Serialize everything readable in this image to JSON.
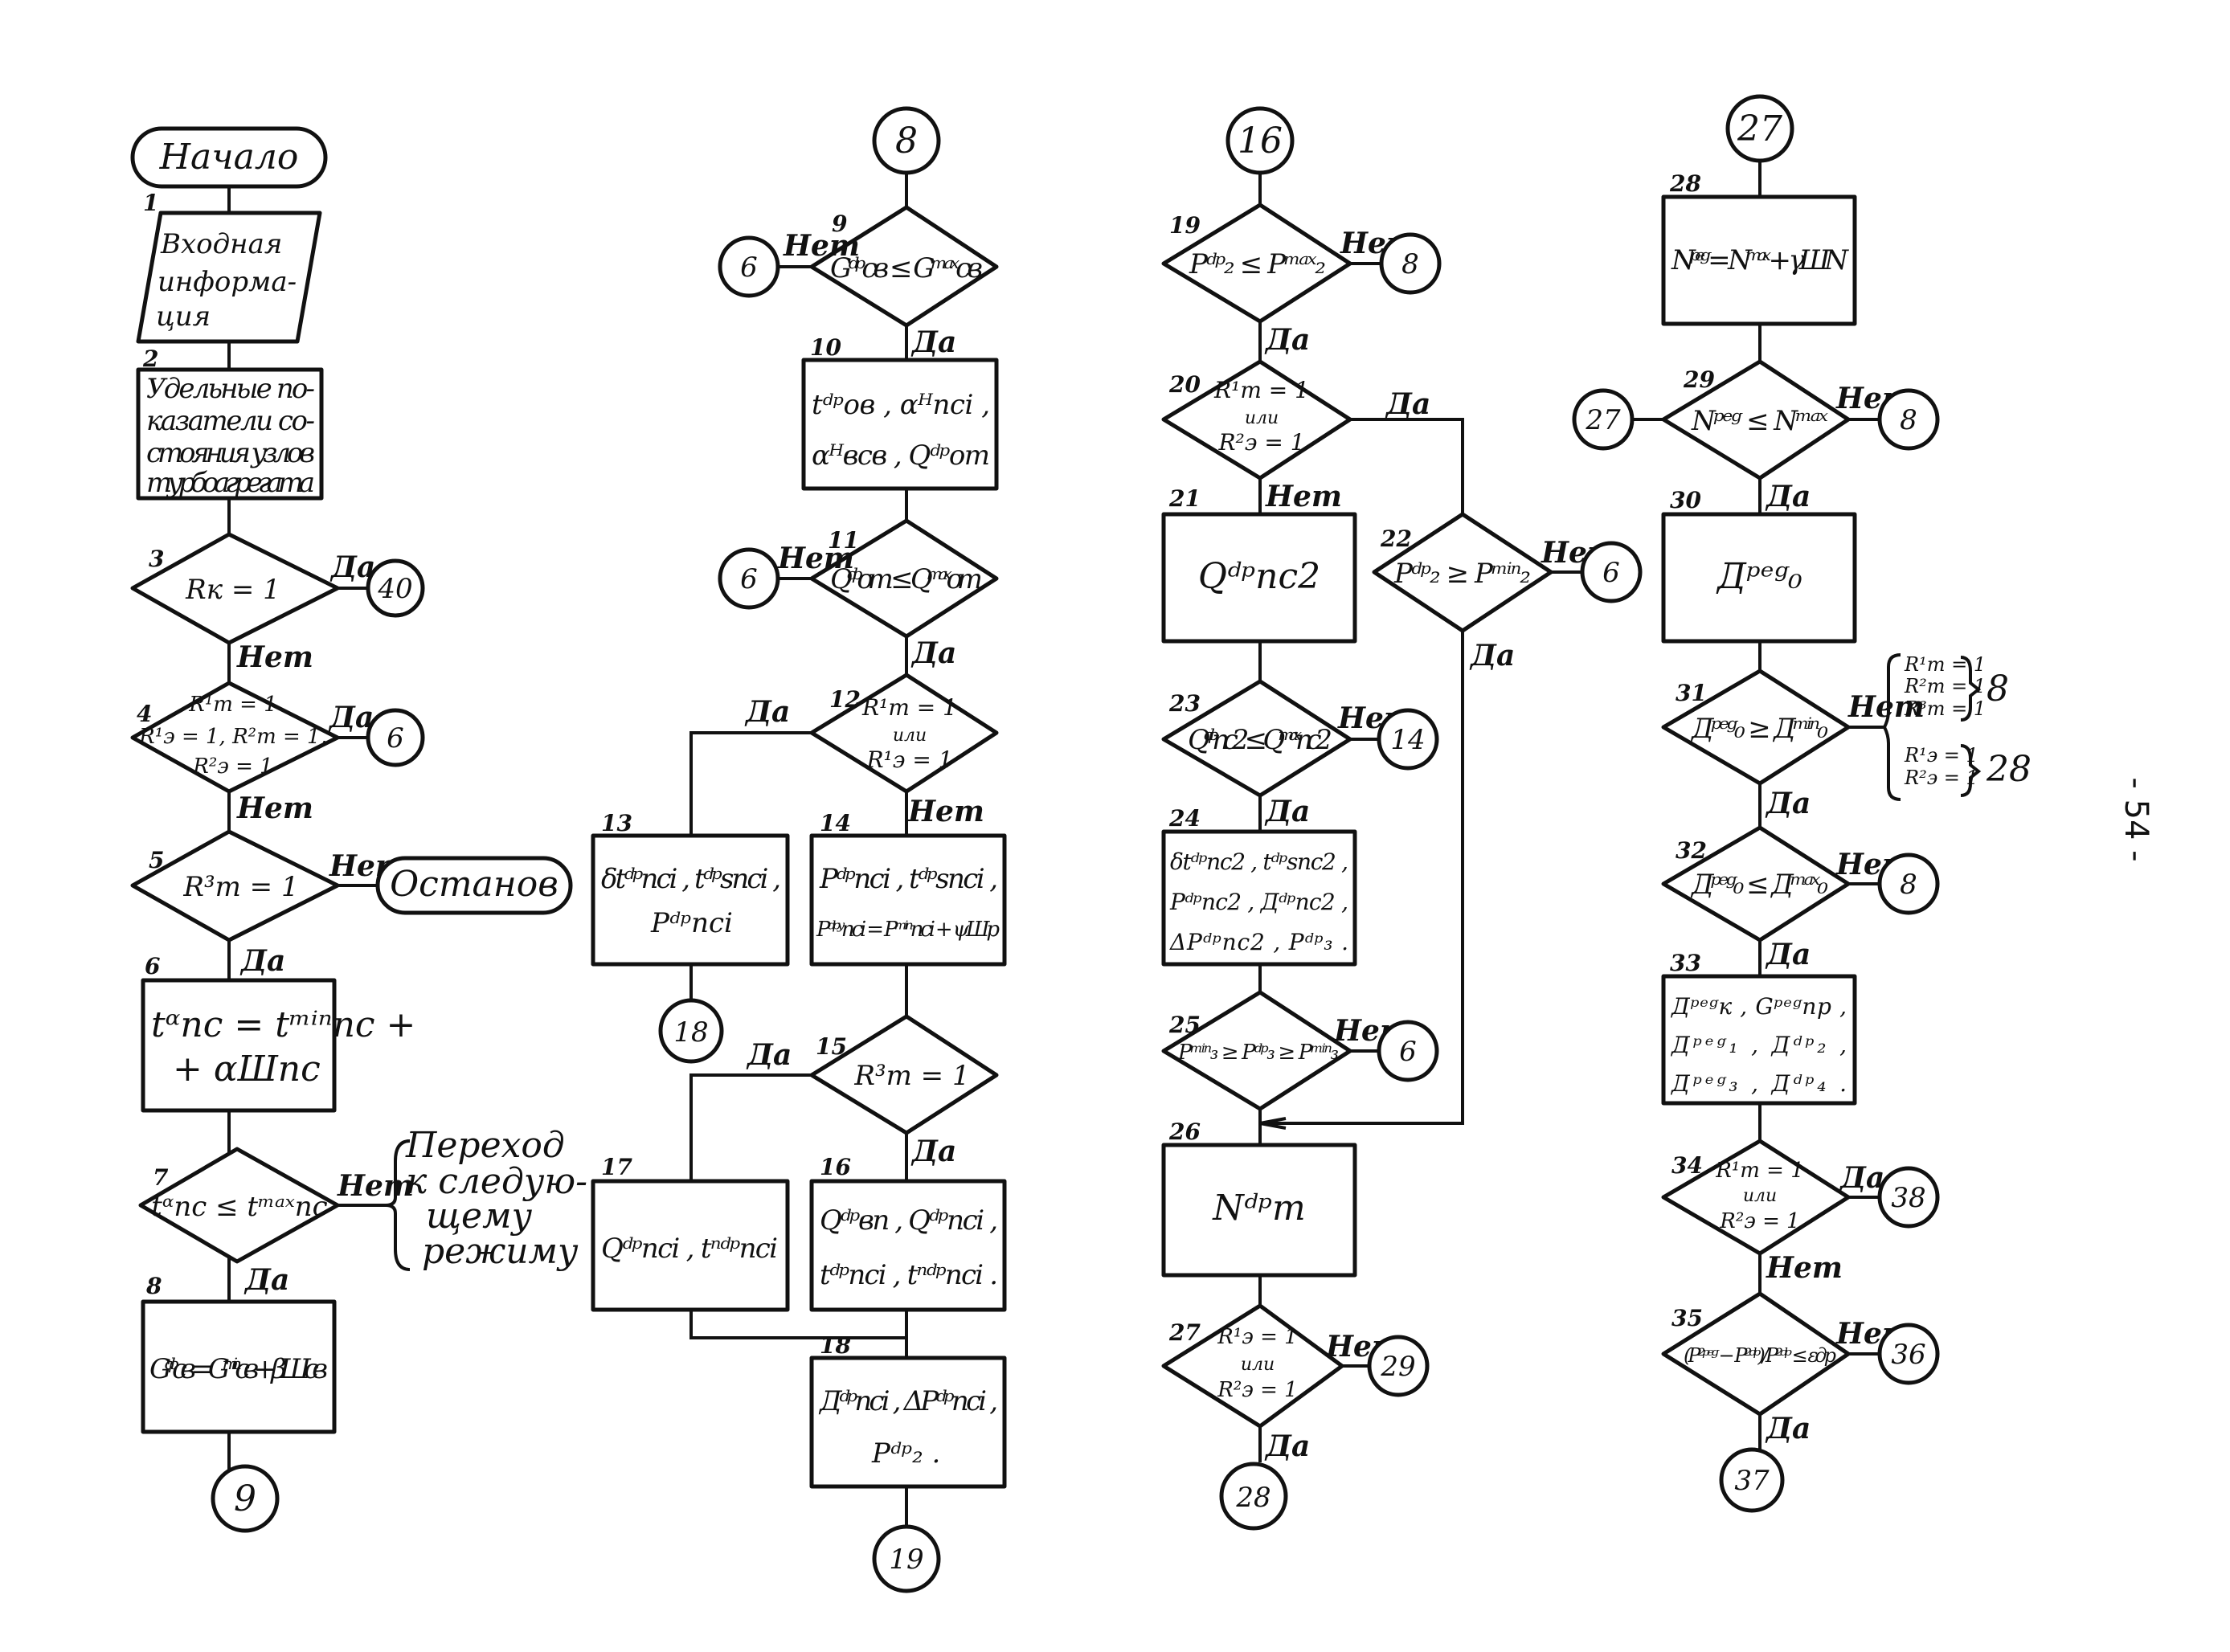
{
  "page_number": "- 54 -",
  "answers": {
    "yes": "Да",
    "no": "Нет"
  },
  "col1": {
    "start": "Начало",
    "b1": [
      "Входная",
      "информа-",
      "ция"
    ],
    "b2": [
      "Удельные по-",
      "казатели со-",
      "стояния узлов",
      "турбоагрегата"
    ],
    "b3": "Rк = 1",
    "b4": [
      "R¹т = 1",
      "R¹э = 1, R²т = 1,",
      "R²э = 1"
    ],
    "b5": "R³т = 1",
    "stop": "Останов",
    "b6": [
      "tᵅпс = tᵐⁱⁿпс +",
      "+ αШпс"
    ],
    "b7": "tᵅпс ≤ tᵐᵃˣпс",
    "b7note": [
      "Переход",
      "к следую-",
      "щему",
      "режиму"
    ],
    "b8": "Gᵈᵖсв = Gᵐⁱⁿсв + βШсв"
  },
  "col2": {
    "b9": "Gᵈᵖсв ≤ Gᵐᵃˣсв",
    "b10": [
      "tᵈᵖов , αᴴпсi ,",
      "αᴴвсв , Qᵈᵖот"
    ],
    "b11": "Qᵈᵖот ≤ Qᵐᵃˣот",
    "b12": [
      "R¹т = 1",
      "или",
      "R¹э = 1"
    ],
    "b13": [
      "δtᵈᵖпсi , tᵈᵖsпсi ,",
      "Pᵈᵖпсi"
    ],
    "b14": [
      "Pᵈᵖпсi , tᵈᵖsпсi ,",
      "Pᵈᵖʸпсi = Pᵐⁱⁿпсi + ψШp"
    ],
    "b15": "R³т = 1",
    "b16": [
      "Qᵈᵖвп , Qᵈᵖпсi ,",
      "tᵈᵖпсi , tⁿᵈᵖпсi ."
    ],
    "b17": "Qᵈᵖпсi , tⁿᵈᵖпсi",
    "b18": [
      "Дᵈᵖпсi , ΔPᵈᵖпсi ,",
      "Pᵈᵖ₂ ."
    ]
  },
  "col3": {
    "b19": "Pᵈᵖ₂ ≤ Pᵐᵃˣ₂",
    "b20": [
      "R¹т = 1",
      "или",
      "R²э = 1"
    ],
    "b21": "Qᵈᵖпс2",
    "b22": "Pᵈᵖ₂ ≥ Pᵐⁱⁿ₂",
    "b23": "Qᵈᵖпс2 ≤ Qᵐᵃˣпс2",
    "b24": [
      "δtᵈᵖпс2 , tᵈᵖsпс2 ,",
      "Pᵈᵖпс2 , Дᵈᵖпс2 ,",
      "ΔPᵈᵖпс2 , Pᵈᵖ₃ ."
    ],
    "b25": "Pᵐⁱⁿ₃ ≥ Pᵈᵖ₃ ≥ Pᵐⁱⁿ₃",
    "b26": "Nᵈᵖт",
    "b27": [
      "R¹э = 1",
      "или",
      "R²э = 1"
    ]
  },
  "col4": {
    "b28": "Nᵖᵉᵍ = Nᵐᵃˣ + γШN",
    "b29": "Nᵖᵉᵍ ≤ Nᵐᵃˣ",
    "b30": "Дᵖᵉᵍ₀",
    "b31": "Дᵖᵉᵍ₀ ≥ Дᵐⁱⁿ₀",
    "b31note1": [
      "R¹т = 1",
      "R²т = 1",
      "R³т = 1"
    ],
    "b31note1_target": "8",
    "b31note2": [
      "R¹э = 1",
      "R²э = 1"
    ],
    "b31note2_target": "28",
    "b32": "Дᵖᵉᵍ₀ ≤ Дᵐᵃˣ₀",
    "b33": [
      "Дᵖᵉᵍк , Gᵖᵉᵍпр ,",
      "Дᵖᵉᵍ₁ , Дᵈᵖ₂ ,",
      "Дᵖᵉᵍ₃ , Дᵈᵖ₄ ."
    ],
    "b34": [
      "R¹т = 1",
      "или",
      "R²э = 1"
    ],
    "b35": "(P²ᵖᵉᵍ − P²ᵈᵖ)/P²ᵈᵖ ≤ εдр"
  },
  "connectors": {
    "c8a": "8",
    "c9": "9",
    "c40": "40",
    "c6a": "6",
    "c6b": "6",
    "c6c": "6",
    "c18": "18",
    "c19": "19",
    "c16": "16",
    "c8b": "8",
    "c6d": "6",
    "c14": "14",
    "c6e": "6",
    "c29": "29",
    "c28": "28",
    "c27a": "27",
    "c27b": "27",
    "c8c": "8",
    "c8d": "8",
    "c38": "38",
    "c36": "36",
    "c37": "37"
  },
  "step_numbers": {
    "n1": "1",
    "n2": "2",
    "n3": "3",
    "n4": "4",
    "n5": "5",
    "n6": "6",
    "n7": "7",
    "n8": "8",
    "n9": "9",
    "n10": "10",
    "n11": "11",
    "n12": "12",
    "n13": "13",
    "n14": "14",
    "n15": "15",
    "n16": "16",
    "n17": "17",
    "n18": "18",
    "n19": "19",
    "n20": "20",
    "n21": "21",
    "n22": "22",
    "n23": "23",
    "n24": "24",
    "n25": "25",
    "n26": "26",
    "n27": "27",
    "n28": "28",
    "n29": "29",
    "n30": "30",
    "n31": "31",
    "n32": "32",
    "n33": "33",
    "n34": "34",
    "n35": "35"
  }
}
